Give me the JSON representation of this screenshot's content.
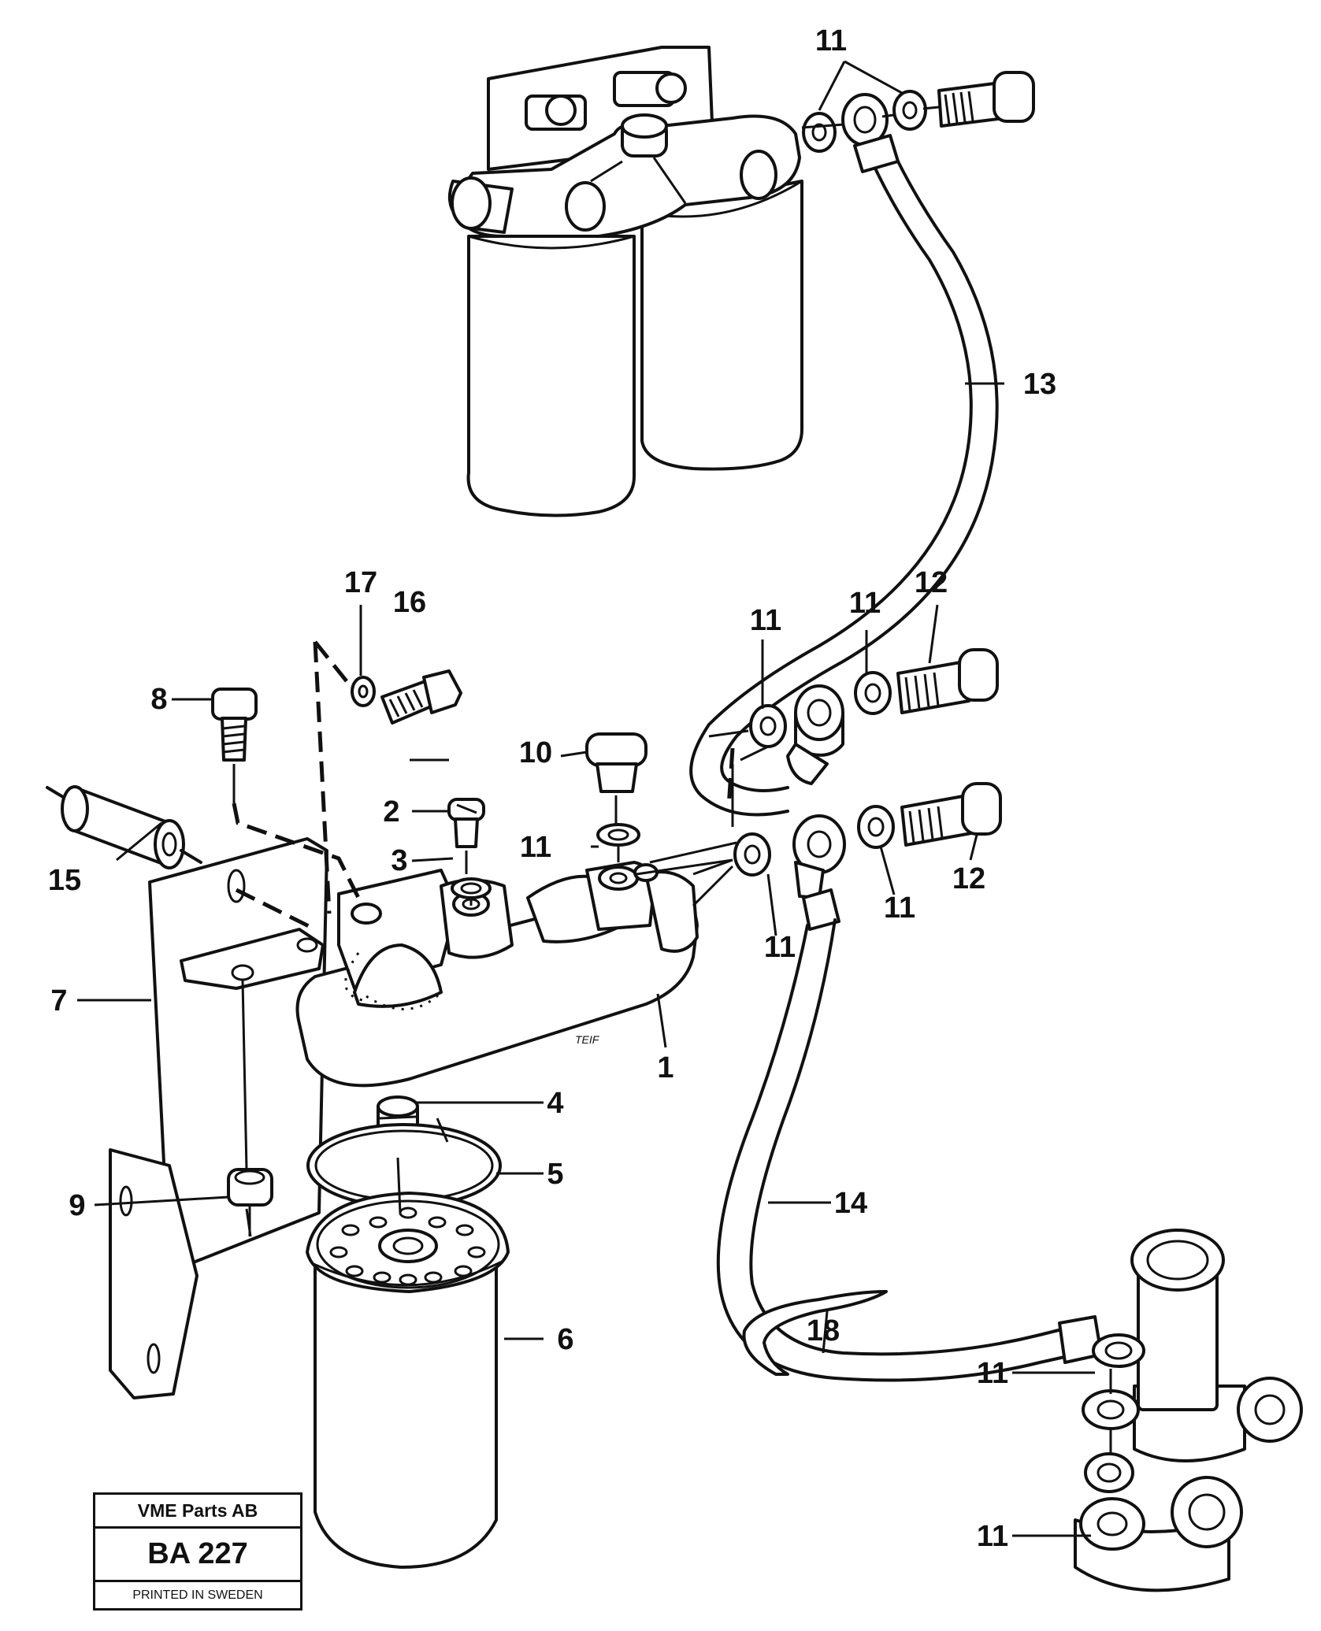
{
  "diagram": {
    "callouts": [
      "1",
      "2",
      "3",
      "4",
      "5",
      "6",
      "7",
      "8",
      "9",
      "10",
      "11",
      "12",
      "13",
      "14",
      "15",
      "16",
      "17",
      "18"
    ],
    "drawing_mark": "TEIF"
  },
  "stamp": {
    "company": "VME Parts AB",
    "code": "BA 227",
    "printed": "PRINTED IN SWEDEN"
  }
}
